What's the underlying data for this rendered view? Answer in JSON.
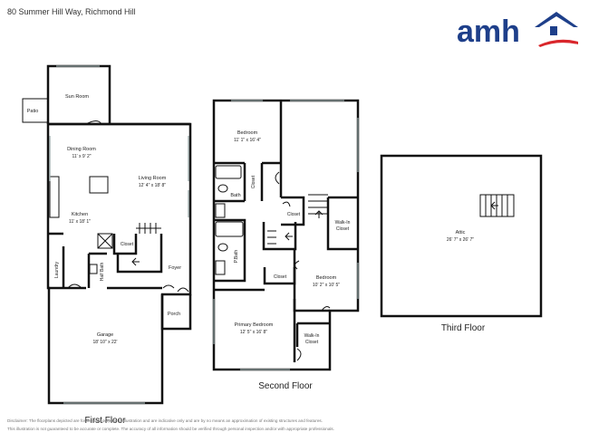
{
  "header": {
    "address": "80 Summer Hill Way, Richmond Hill"
  },
  "logo": {
    "text": "amh",
    "text_color": "#1e3f8a",
    "swoosh_color": "#d9262b"
  },
  "floors": {
    "first": {
      "label": "First Floor"
    },
    "second": {
      "label": "Second Floor"
    },
    "third": {
      "label": "Third Floor"
    }
  },
  "rooms": {
    "patio": {
      "name": "Patio"
    },
    "sun_room": {
      "name": "Sun Room"
    },
    "dining": {
      "name": "Dining Room",
      "dims": "11' x 9' 2\""
    },
    "living": {
      "name": "Living Room",
      "dims": "12' 4\" x 18' 8\""
    },
    "kitchen": {
      "name": "Kitchen",
      "dims": "11' x 18' 1\""
    },
    "closet1": {
      "name": "Closet"
    },
    "laundry": {
      "name": "Laundry"
    },
    "half_bath": {
      "name": "Half Bath"
    },
    "foyer": {
      "name": "Foyer"
    },
    "porch": {
      "name": "Porch"
    },
    "garage": {
      "name": "Garage",
      "dims": "18' 10\" x 22'"
    },
    "bedroom1": {
      "name": "Bedroom",
      "dims": "11' 1\" x 16' 4\""
    },
    "bath": {
      "name": "Bath"
    },
    "closet_v": {
      "name": "Closet"
    },
    "closet2": {
      "name": "Closet"
    },
    "walkin1": {
      "name": "Walk-In\nCloset"
    },
    "pbath": {
      "name": "P.Bath"
    },
    "closet3": {
      "name": "Closet"
    },
    "bedroom2": {
      "name": "Bedroom",
      "dims": "10' 2\" x 10' 5\""
    },
    "primary": {
      "name": "Primary Bedroom",
      "dims": "12' 5\" x 16' 8\""
    },
    "walkin2": {
      "name": "Walk-In\nCloset"
    },
    "attic": {
      "name": "Attic",
      "dims": "26' 7\" x 26' 7\""
    }
  },
  "disclaimer": {
    "line1": "Disclaimer: The floorplans depicted are for the sole purpose of illustration and are indicative only and are by no means an approximation of existing structures and features.",
    "line2": "This illustration is not guaranteed to be accurate or complete. The accuracy of all information should be verified through personal inspection and/or with appropriate professionals."
  }
}
